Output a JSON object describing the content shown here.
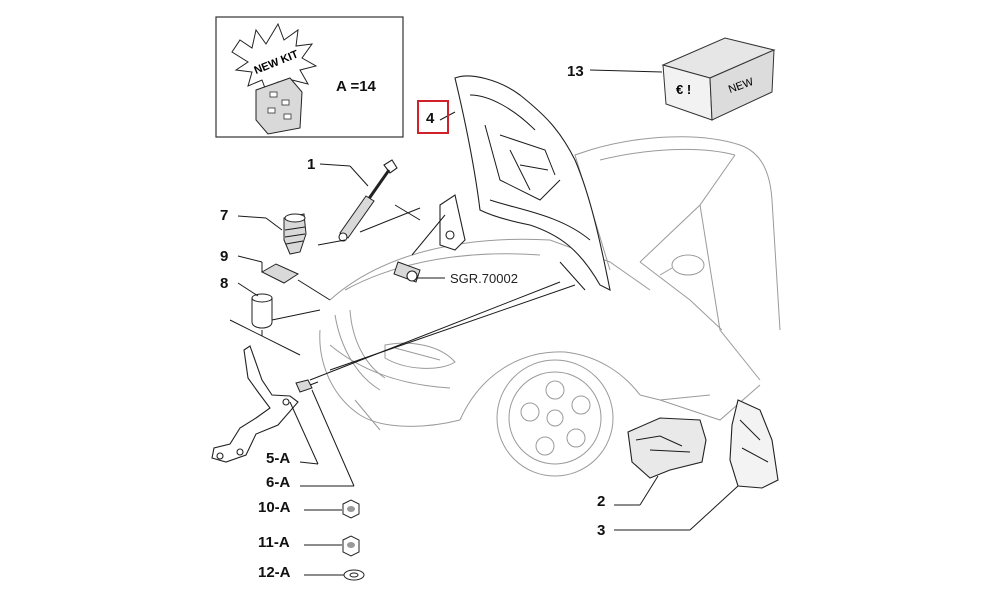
{
  "kit_box": {
    "burst_text": "NEW KIT",
    "quantity_label": "A =14"
  },
  "reference_code": "SGR.70002",
  "new_box": {
    "label": "NEW",
    "euro_symbol": "€ !"
  },
  "callouts": {
    "c1": "1",
    "c2": "2",
    "c3": "3",
    "c4": "4",
    "c7": "7",
    "c8": "8",
    "c9": "9",
    "c13": "13",
    "c5a": "5-A",
    "c6a": "6-A",
    "c10a": "10-A",
    "c11a": "11-A",
    "c12a": "12-A"
  },
  "highlight_color": "#d0202a"
}
